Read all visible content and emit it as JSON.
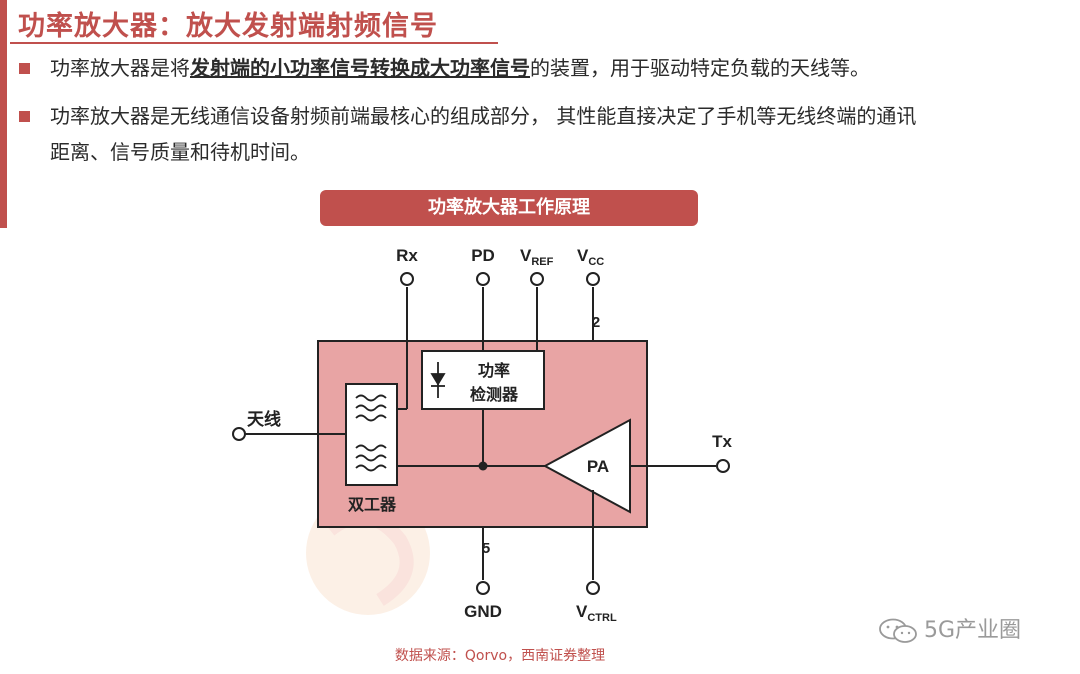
{
  "title": "功率放大器：放大发射端射频信号",
  "bullets": [
    {
      "pre": "功率放大器是将",
      "bold": "发射端的小功率信号转换成大功率信号",
      "post": "的装置，用于驱动特定负载的天线等。"
    },
    {
      "line1": "功率放大器是无线通信设备射频前端最核心的组成部分， 其性能直接决定了手机等无线终端的通讯",
      "line2": "距离、信号质量和待机时间。"
    }
  ],
  "banner": "功率放大器工作原理",
  "diagram": {
    "pins": {
      "rx": "Rx",
      "pd": "PD",
      "vref_main": "V",
      "vref_sub": "REF",
      "vcc_main": "V",
      "vcc_sub": "CC",
      "pin2": "2",
      "pin5": "5",
      "gnd": "GND",
      "vctrl_main": "V",
      "vctrl_sub": "CTRL",
      "antenna": "天线",
      "tx": "Tx"
    },
    "detector_line1": "功率",
    "detector_line2": "检测器",
    "pa": "PA",
    "duplexer": "双工器",
    "colors": {
      "module_fill": "#e8a4a4",
      "stroke": "#222222",
      "accent": "#c0504d"
    }
  },
  "source": "数据来源：Qorvo，西南证券整理",
  "watermark": "5G产业圈"
}
